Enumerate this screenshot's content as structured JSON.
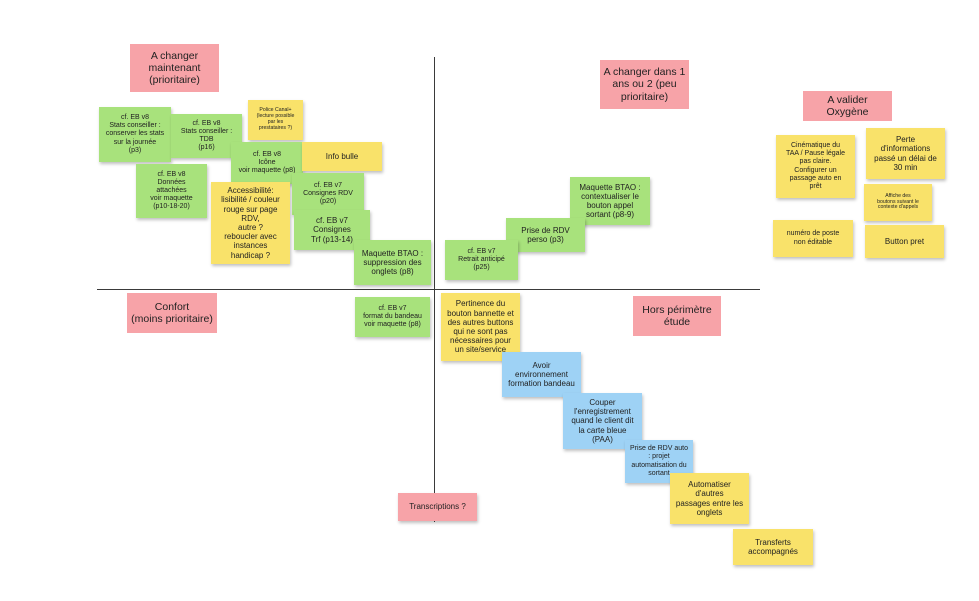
{
  "colors": {
    "pink": "#f7a3a8",
    "green": "#a8e27c",
    "yellow": "#f9e26a",
    "blue": "#9ed2f5",
    "axis": "#3a3a3a"
  },
  "headers": {
    "a_changer_maintenant": "A changer\nmaintenant\n(prioritaire)",
    "a_changer_plus_tard": "A changer dans 1\nans ou 2 (peu\nprioritaire)",
    "a_valider_oxygene": "A valider Oxygène",
    "confort": "Confort\n(moins prioritaire)",
    "hors_perimetre": "Hors périmètre\nétude",
    "transcriptions": "Transcriptions ?"
  },
  "notes": {
    "eb8_stats_journee": "cf. EB v8\nStats conseiller :\nconserver les stats\nsur la journée\n(p3)",
    "eb8_stats_tdb": "cf. EB v8\nStats conseiller :\nTDB\n(p16)",
    "police_canal": "Police Canal+\n(lecture possible\npar les\nprestataires ?)",
    "eb8_icone": "cf. EB v8\nIcône\nvoir maquette (p8)",
    "info_bulle": "Info bulle",
    "eb8_donnees": "cf. EB v8\nDonnées\nattachées\nvoir maquette\n(p10-18-20)",
    "accessibilite": "Accessibilité:\nlisibilité / couleur\nrouge sur page\nRDV,\nautre ?\nreboucler avec\ninstances\nhandicap ?",
    "eb7_consignes_rdv": "cf. EB v7\nConsignes RDV\n(p20)",
    "eb7_consignes_trf": "cf. EB v7\nConsignes\nTrf (p13-14)",
    "maquette_btao_onglets": "Maquette BTAO :\nsuppression des\nonglets (p8)",
    "maquette_btao_contextualiser": "Maquette BTAO :\ncontextualiser le\nbouton appel\nsortant (p8-9)",
    "prise_rdv_perso": "Prise de RDV\nperso (p3)",
    "eb7_retrait": "cf. EB v7\nRetrait anticipé\n(p25)",
    "cinematique": "Cinématique du\nTAA / Pause légale\npas claire.\nConfigurer un\npassage auto en\nprêt",
    "perte_infos": "Perte\nd'informations\npassé un délai de\n30 min",
    "affiche_boutons": "Affiche des\nboutons suivant le\ncontexte d'appels",
    "numero_poste": "numéro de poste\nnon éditable",
    "button_pret": "Button pret",
    "eb7_bandeau": "cf. EB v7\nformat du bandeau\nvoir maquette (p8)",
    "pertinence": "Pertinence du\nbouton bannette et\ndes autres buttons\nqui ne sont pas\nnécessaires pour\nun site/service",
    "avoir_env": "Avoir\nenvironnement\nformation bandeau",
    "couper_enreg": "Couper\nl'enregistrement\nquand le client dit\nla carte bleue\n(PAA)",
    "prise_rdv_auto": "Prise de RDV auto\n: projet\nautomatisation du\nsortant",
    "automatiser": "Automatiser\nd'autres\npassages entre les\nonglets",
    "transferts": "Transferts\naccompagnés"
  }
}
